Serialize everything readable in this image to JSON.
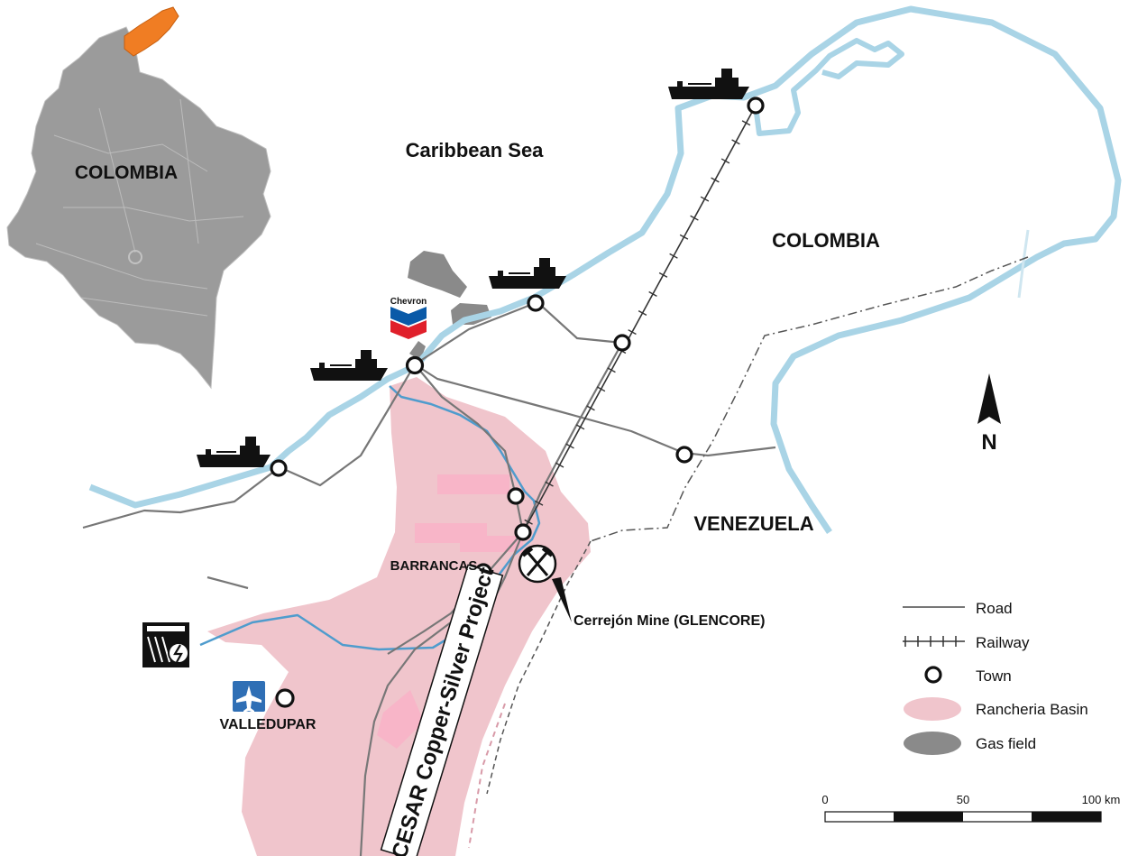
{
  "labels": {
    "inset_country": "COLOMBIA",
    "sea": "Caribbean Sea",
    "country_east": "COLOMBIA",
    "country_venezuela": "VENEZUELA",
    "town_barrancas": "BARRANCAS",
    "town_valledupar": "VALLEDUPAR",
    "mine": "Cerrejón Mine (GLENCORE)",
    "project_box": "CESAR Copper-Silver Project",
    "chevron_logo": "Chevron",
    "north_arrow": "N"
  },
  "legend": {
    "road": "Road",
    "railway": "Railway",
    "town": "Town",
    "basin": "Rancheria Basin",
    "gas": "Gas field"
  },
  "scale_bar": {
    "tick0": "0",
    "tick1": "50",
    "tick2": "100 km"
  },
  "colors": {
    "coast": "#a9d4e6",
    "river": "#4f9ccd",
    "basin": "#f0c5cc",
    "basin_dark": "#f8b5c8",
    "gas": "#8a8a8a",
    "inset_land": "#9b9b9b",
    "inset_highlight": "#f07d23",
    "road": "#777777",
    "chevron_blue": "#0a5aa8",
    "chevron_red": "#e0202b"
  }
}
